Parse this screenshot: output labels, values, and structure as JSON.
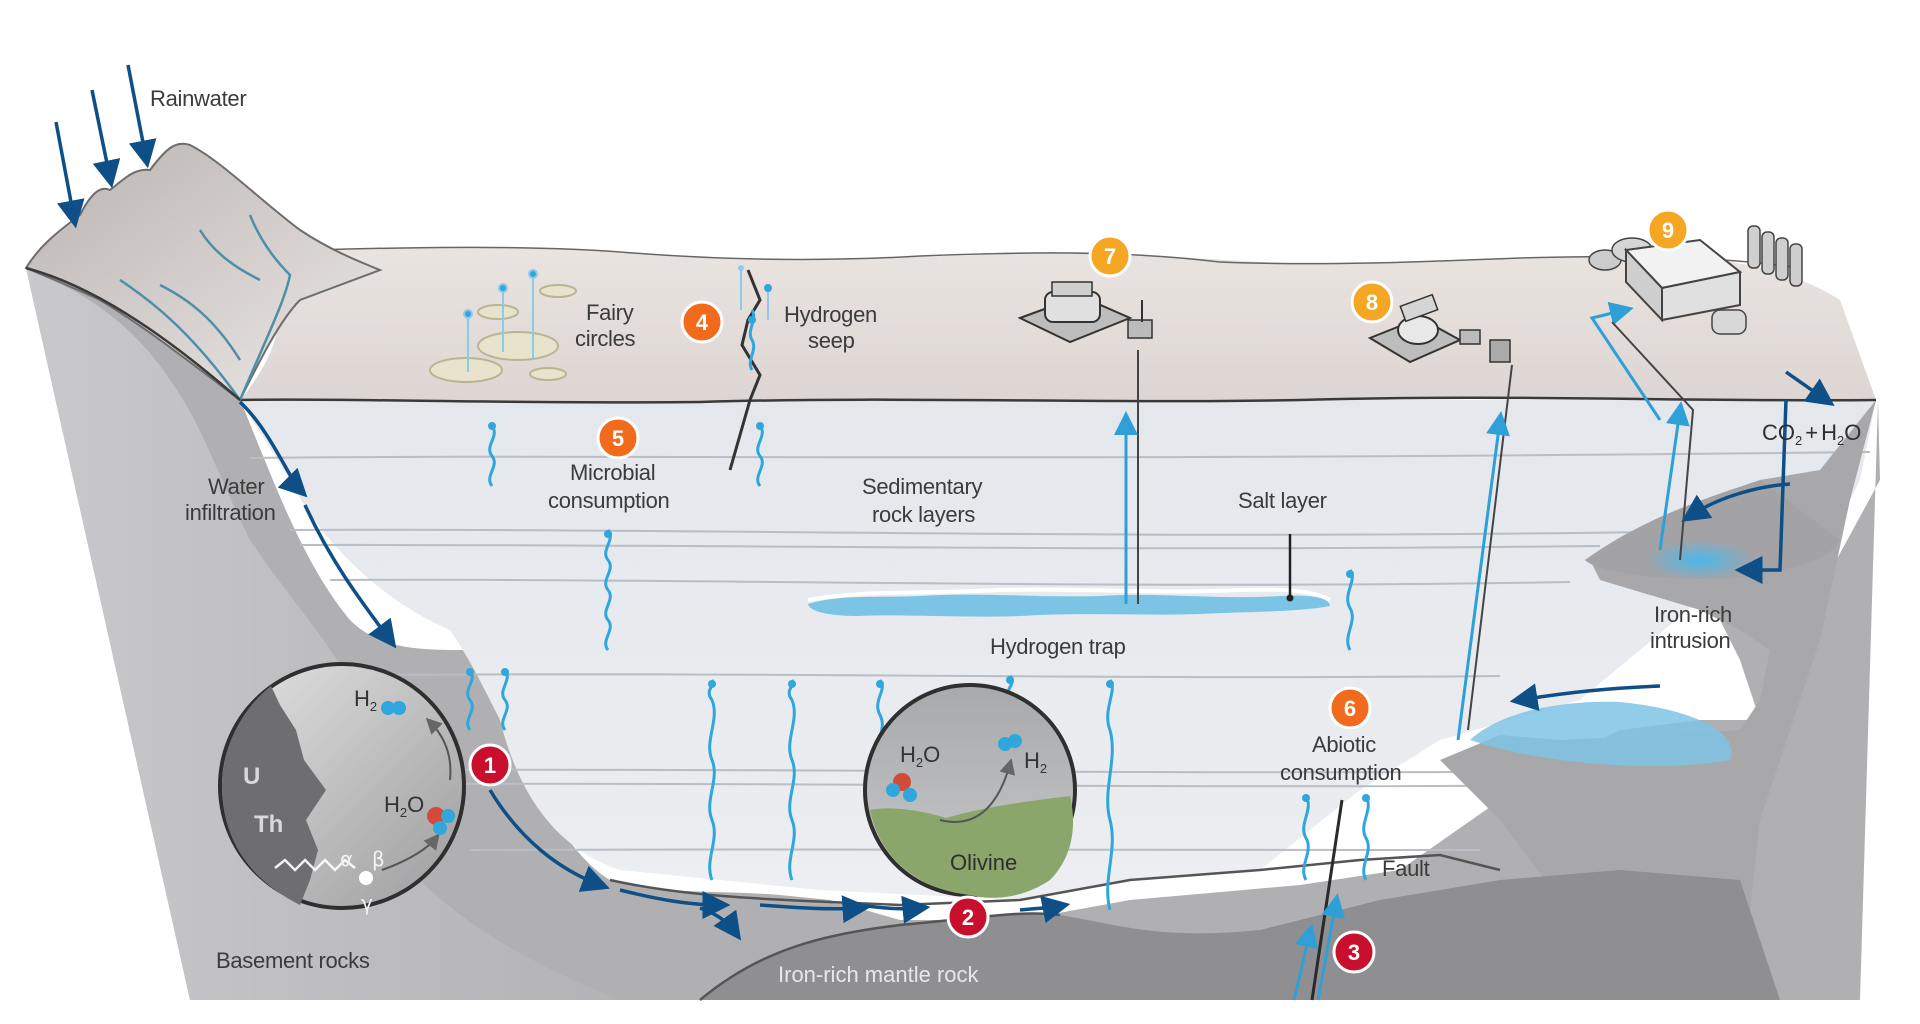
{
  "title": "Natural hydrogen: generation, migration, trapping and consumption",
  "labels": {
    "rainwater": "Rainwater",
    "water_infiltration": [
      "Water",
      "infiltration"
    ],
    "fairy_circles": [
      "Fairy",
      "circles"
    ],
    "hydrogen_seep": [
      "Hydrogen",
      "seep"
    ],
    "microbial_consumption": [
      "Microbial",
      "consumption"
    ],
    "sedimentary_rock_layers": [
      "Sedimentary",
      "rock layers"
    ],
    "salt_layer": "Salt layer",
    "hydrogen_trap": "Hydrogen trap",
    "abiotic_consumption": [
      "Abiotic",
      "consumption"
    ],
    "fault": "Fault",
    "iron_rich_intrusion": [
      "Iron-rich",
      "intrusion"
    ],
    "basement_rocks": "Basement rocks",
    "iron_rich_mantle_rock": "Iron-rich mantle rock",
    "co2_h2o": {
      "co": "CO",
      "sub1": "2",
      "plus": "+",
      "h": "H",
      "sub2": "2",
      "o": "O"
    }
  },
  "inset_radiolysis": {
    "elements": [
      "U",
      "Th"
    ],
    "radiation": {
      "alpha": "α",
      "beta": "β",
      "gamma": "γ"
    },
    "h2": {
      "main": "H",
      "sub": "2"
    },
    "h2o": {
      "main": "H",
      "sub": "2",
      "tail": "O"
    }
  },
  "inset_serpentinization": {
    "mineral": "Olivine",
    "h2": {
      "main": "H",
      "sub": "2"
    },
    "h2o": {
      "main": "H",
      "sub": "2",
      "tail": "O"
    }
  },
  "badges": [
    {
      "number": "1",
      "kind": "generation",
      "color": "#c8102e"
    },
    {
      "number": "2",
      "kind": "generation",
      "color": "#c8102e"
    },
    {
      "number": "3",
      "kind": "generation",
      "color": "#c8102e"
    },
    {
      "number": "4",
      "kind": "consumption",
      "color": "#f26b1d"
    },
    {
      "number": "5",
      "kind": "consumption",
      "color": "#f26b1d"
    },
    {
      "number": "6",
      "kind": "consumption",
      "color": "#f26b1d"
    },
    {
      "number": "7",
      "kind": "industry",
      "color": "#f5a623"
    },
    {
      "number": "8",
      "kind": "industry",
      "color": "#f5a623"
    },
    {
      "number": "9",
      "kind": "industry",
      "color": "#f5a623"
    }
  ],
  "colors": {
    "surface": "#e6dedb",
    "sediment": "#e3e6ea",
    "basement": "#a9a9ab",
    "mantle": "#8e8e90",
    "hydrogen": "#2fa6dc",
    "water_flow": "#0d4f86",
    "trap": "#7cc4e6",
    "olivine": "#8aa66a"
  }
}
